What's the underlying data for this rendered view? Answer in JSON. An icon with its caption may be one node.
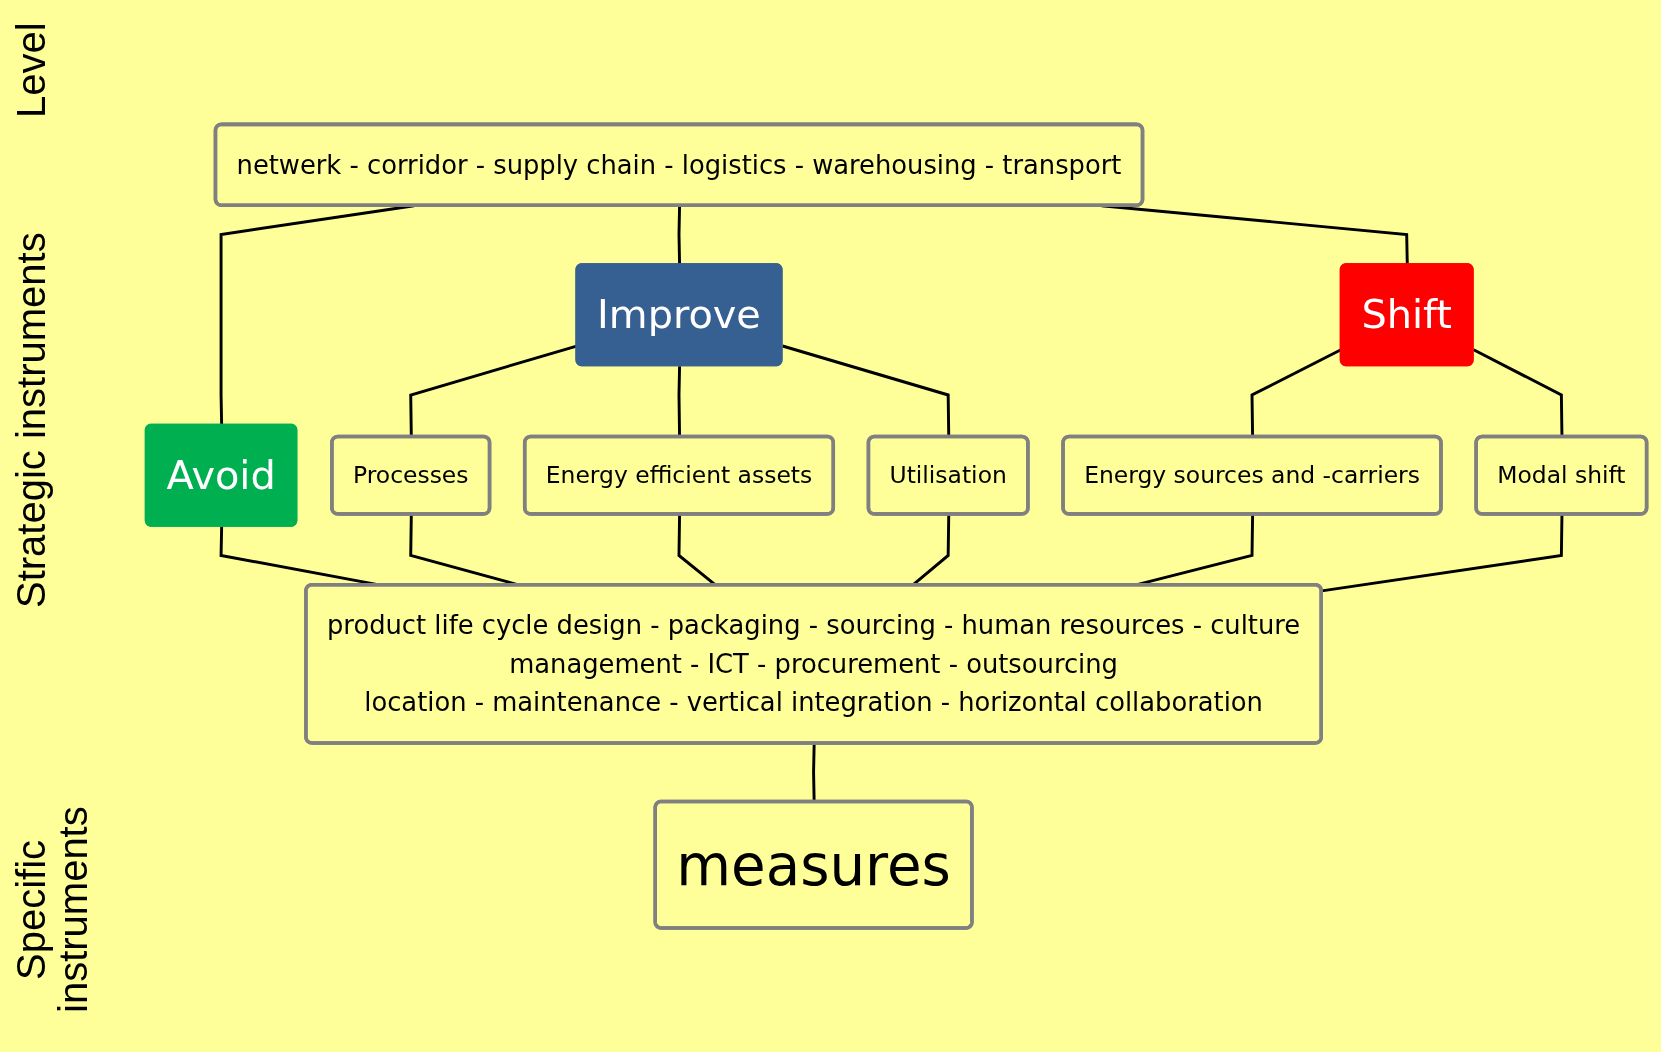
{
  "diagram": {
    "nodes": [
      {
        "text": [
          "netwerk  -  corridor  -  supply chain  -  logistics  -  warehousing  -  transport"
        ]
      },
      {
        "text": [
          "Avoid"
        ]
      },
      {
        "text": [
          "Improve"
        ]
      },
      {
        "text": [
          "Shift"
        ]
      },
      {
        "text": [
          "Processes"
        ]
      },
      {
        "text": [
          "Energy efficient assets"
        ]
      },
      {
        "text": [
          "Utilisation"
        ]
      },
      {
        "text": [
          "Energy sources and -carriers"
        ]
      },
      {
        "text": [
          "Modal shift"
        ]
      },
      {
        "text": [
          "product life cycle design  -  packaging  -  sourcing  -  human resources  -  culture",
          "management  -  ICT  -  procurement -  outsourcing",
          "location  -  maintenance  -  vertical integration  -  horizontal collaboration"
        ]
      },
      {
        "text": [
          "measures"
        ]
      }
    ],
    "edges": [
      {
        "from": 0,
        "to": 1,
        "arrow": "none"
      },
      {
        "from": 0,
        "to": 2,
        "arrow": "none"
      },
      {
        "from": 0,
        "to": 3,
        "arrow": "none"
      },
      {
        "from": 1,
        "to": 9,
        "arrow": "none"
      },
      {
        "from": 2,
        "to": 4,
        "arrow": "none"
      },
      {
        "from": 2,
        "to": 5,
        "arrow": "none"
      },
      {
        "from": 2,
        "to": 6,
        "arrow": "none"
      },
      {
        "from": 3,
        "to": 7,
        "arrow": "none"
      },
      {
        "from": 3,
        "to": 8,
        "arrow": "none"
      },
      {
        "from": 4,
        "to": 9,
        "arrow": "none"
      },
      {
        "from": 5,
        "to": 9,
        "arrow": "none"
      },
      {
        "from": 6,
        "to": 9,
        "arrow": "none"
      },
      {
        "from": 7,
        "to": 9,
        "arrow": "none"
      },
      {
        "from": 8,
        "to": 9,
        "arrow": "none"
      },
      {
        "from": 9,
        "to": 10,
        "arrow": "none"
      }
    ],
    "labels": [
      "Level",
      "Strategic instruments",
      "Specific instruments"
    ]
  }
}
